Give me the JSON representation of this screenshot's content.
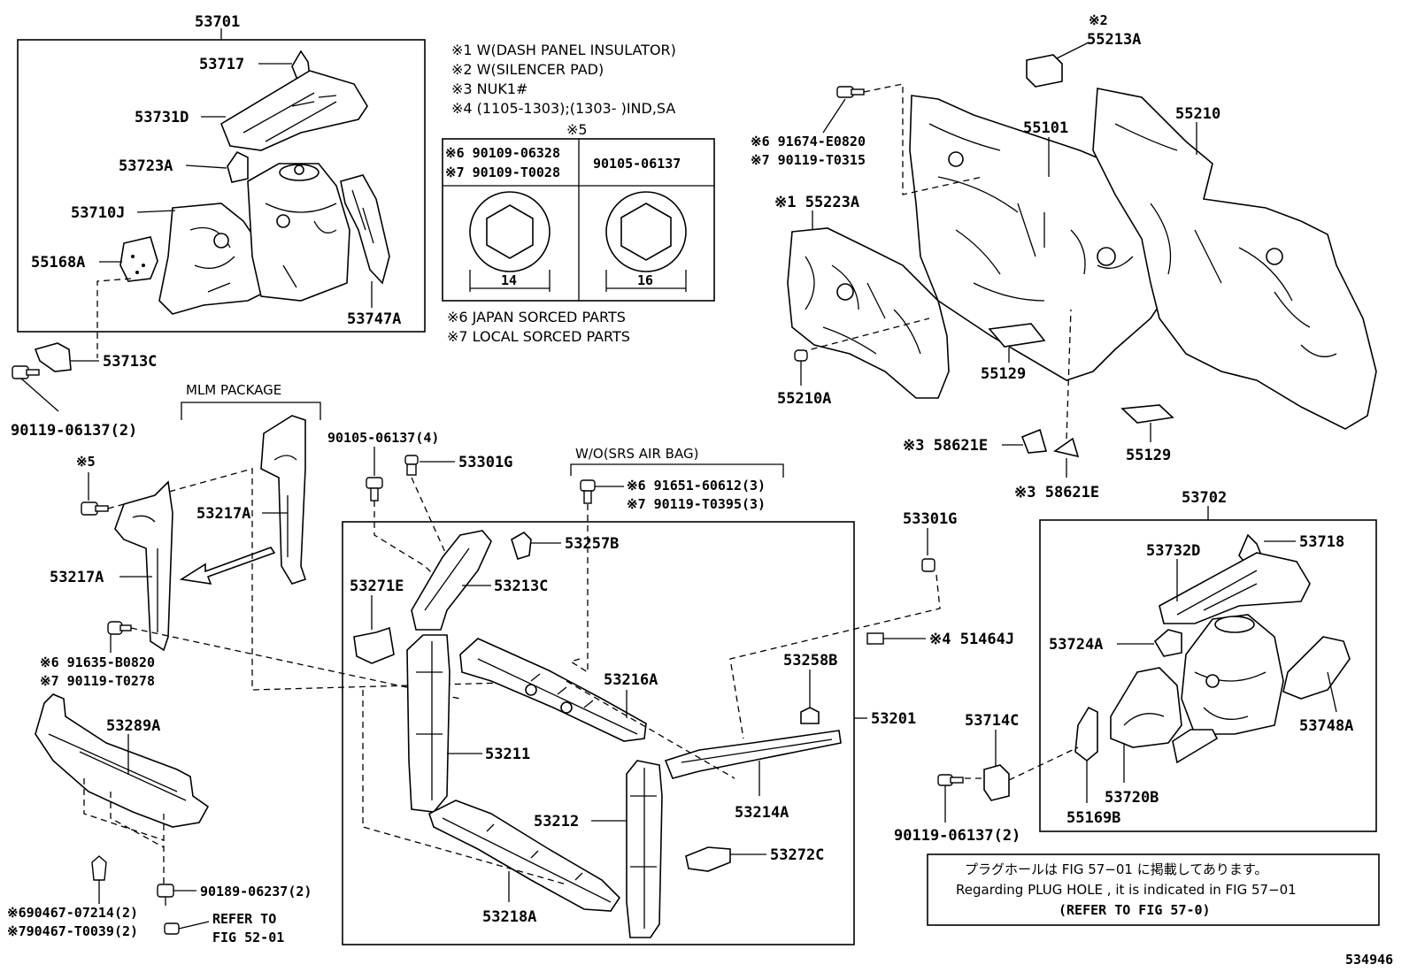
{
  "labels": {
    "p53701": "53701",
    "p53717": "53717",
    "p53731d": "53731D",
    "p53723a": "53723A",
    "p53710j": "53710J",
    "p55168a": "55168A",
    "p53747a": "53747A",
    "p53713c": "53713C",
    "p90119_06137_2a": "90119-06137(2)",
    "mlm_package": "MLM PACKAGE",
    "p90105_06137_4": "90105-06137(4)",
    "p53301g_a": "53301G",
    "ref5": "※5",
    "p53217a_a": "53217A",
    "p53217a_b": "53217A",
    "p91635": "※6 91635-B0820",
    "p90119_t0278": "※7 90119-T0278",
    "p53289a": "53289A",
    "p90189": "90189-06237(2)",
    "p90467_07214": "※690467-07214(2)",
    "p90467_t0039": "※790467-T0039(2)",
    "refer_to": "REFER TO",
    "fig_52_01": "FIG 52-01",
    "wo_srs": "W/O(SRS AIR BAG)",
    "p91651": "※6 91651-60612(3)",
    "p90119_t0395": "※7 90119-T0395(3)",
    "p53257b": "53257B",
    "p53271e": "53271E",
    "p53213c": "53213C",
    "p53216a": "53216A",
    "p53211": "53211",
    "p53212": "53212",
    "p53218a": "53218A",
    "p53301g_b": "53301G",
    "p53258b": "53258B",
    "p53201": "53201",
    "p53214a": "53214A",
    "p53272c": "53272C",
    "p51464j": "※4 51464J",
    "p53714c": "53714C",
    "p90119_06137_2b": "90119-06137(2)",
    "p53702": "53702",
    "p53718": "53718",
    "p53732d": "53732D",
    "p53724a": "53724A",
    "p53748a": "53748A",
    "p53720b": "53720B",
    "p55169b": "55169B",
    "ref2": "※2",
    "p55213a": "55213A",
    "p55101": "55101",
    "p55210": "55210",
    "p91674": "※6 91674-E0820",
    "p90119_t0315": "※7 90119-T0315",
    "p55223a": "※1 55223A",
    "p55129_a": "55129",
    "p55129_b": "55129",
    "p55210a": "55210A",
    "p58621e_a": "※3 58621E",
    "p58621e_b": "※3 58621E",
    "figure_id": "534946"
  },
  "notes": {
    "n1": "※1 W(DASH PANEL INSULATOR)",
    "n2": "※2 W(SILENCER PAD)",
    "n3": "※3 NUK1#",
    "n4": "※4 (1105-1303);(1303-       )IND,SA",
    "n5": "※5",
    "n6": "※6 JAPAN SORCED PARTS",
    "n7": "※7 LOCAL SORCED PARTS"
  },
  "table5": {
    "col1_row1": "※6 90109-06328",
    "col1_row2": "※7 90109-T0028",
    "col2": "90105-06137",
    "size1": "14",
    "size2": "16"
  },
  "plug_note": {
    "jp": "プラグホールは FIG 57−01 に掲載してあります。",
    "en": "Regarding  PLUG  HOLE , it is indicated in  FIG  57−01",
    "ref": "(REFER TO FIG 57-0)"
  }
}
